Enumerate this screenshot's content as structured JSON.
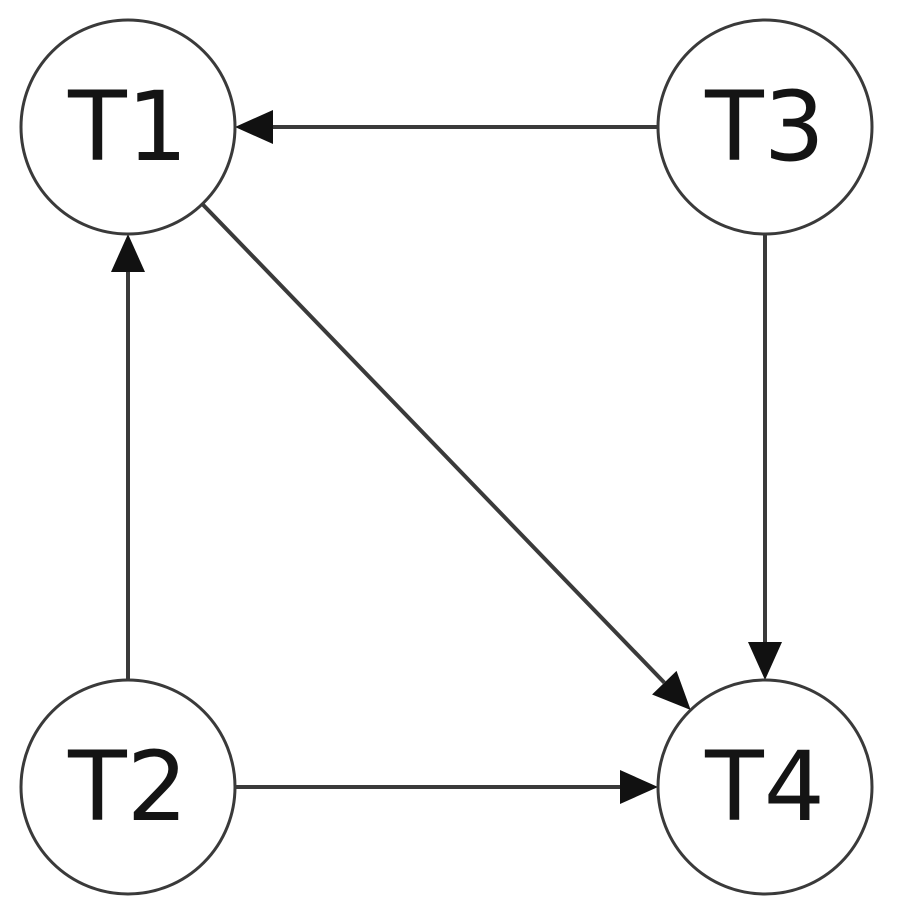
{
  "nodes": [
    {
      "id": "T1",
      "label": "T1"
    },
    {
      "id": "T2",
      "label": "T2"
    },
    {
      "id": "T3",
      "label": "T3"
    },
    {
      "id": "T4",
      "label": "T4"
    }
  ],
  "edges": [
    {
      "from": "T3",
      "to": "T1"
    },
    {
      "from": "T2",
      "to": "T1"
    },
    {
      "from": "T1",
      "to": "T4"
    },
    {
      "from": "T3",
      "to": "T4"
    },
    {
      "from": "T2",
      "to": "T4"
    }
  ]
}
